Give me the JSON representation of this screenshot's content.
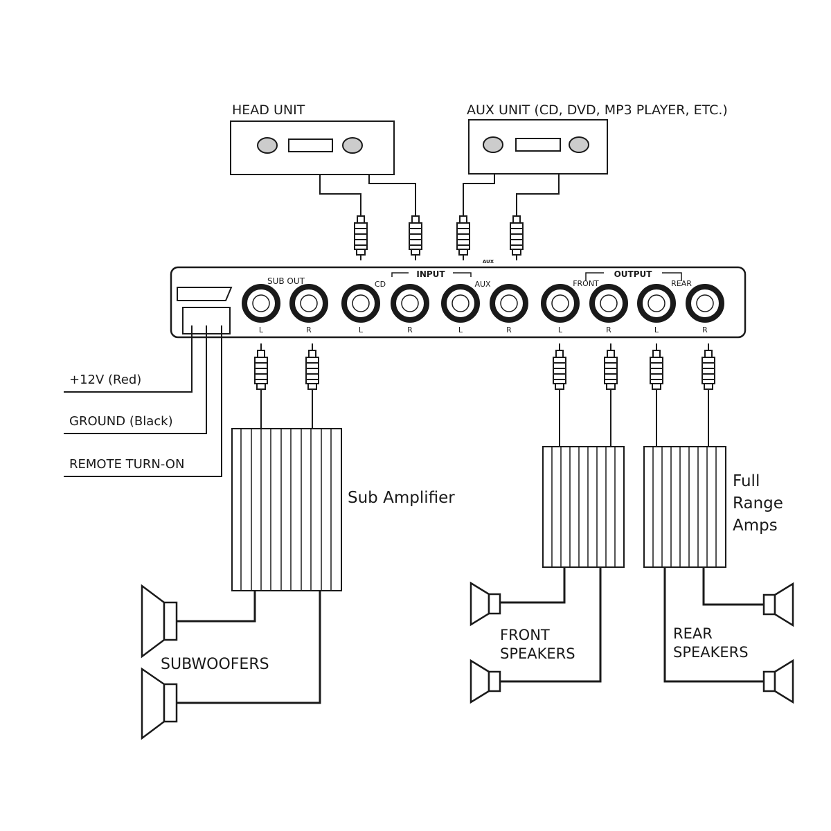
{
  "head_unit": {
    "label": "HEAD UNIT"
  },
  "aux_unit": {
    "label": "AUX UNIT (CD, DVD, MP3 PLAYER, ETC.)"
  },
  "processor": {
    "sub_out": "SUB OUT",
    "input": "INPUT",
    "output": "OUTPUT",
    "cd": "CD",
    "aux": "AUX",
    "aux_small": "AUX",
    "front": "FRONT",
    "rear": "REAR",
    "channels": [
      "L",
      "R",
      "L",
      "R",
      "L",
      "R",
      "L",
      "R",
      "L",
      "R"
    ]
  },
  "power": {
    "plus12v": "+12V (Red)",
    "ground": "GROUND (Black)",
    "remote": "REMOTE TURN-ON"
  },
  "sub_amp": {
    "label": "Sub Amplifier"
  },
  "full_range": {
    "line1": "Full",
    "line2": "Range",
    "line3": "Amps"
  },
  "subwoofers": {
    "label": "SUBWOOFERS"
  },
  "front_speakers": {
    "line1": "FRONT",
    "line2": "SPEAKERS"
  },
  "rear_speakers": {
    "line1": "REAR",
    "line2": "SPEAKERS"
  }
}
